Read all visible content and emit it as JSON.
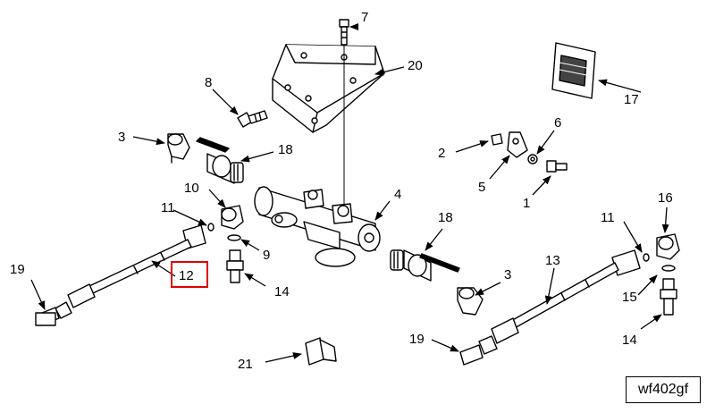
{
  "diagram": {
    "reference_code": "wf402gf",
    "highlight_color": "#e00000",
    "highlighted_callout": "12",
    "callouts": {
      "c1": "1",
      "c2": "2",
      "c3a": "3",
      "c3b": "3",
      "c4": "4",
      "c5": "5",
      "c6": "6",
      "c7": "7",
      "c8": "8",
      "c9": "9",
      "c10": "10",
      "c11a": "11",
      "c11b": "11",
      "c12": "12",
      "c13": "13",
      "c14a": "14",
      "c14b": "14",
      "c15": "15",
      "c16": "16",
      "c17": "17",
      "c18a": "18",
      "c18b": "18",
      "c19a": "19",
      "c19b": "19",
      "c20": "20",
      "c21": "21"
    }
  }
}
